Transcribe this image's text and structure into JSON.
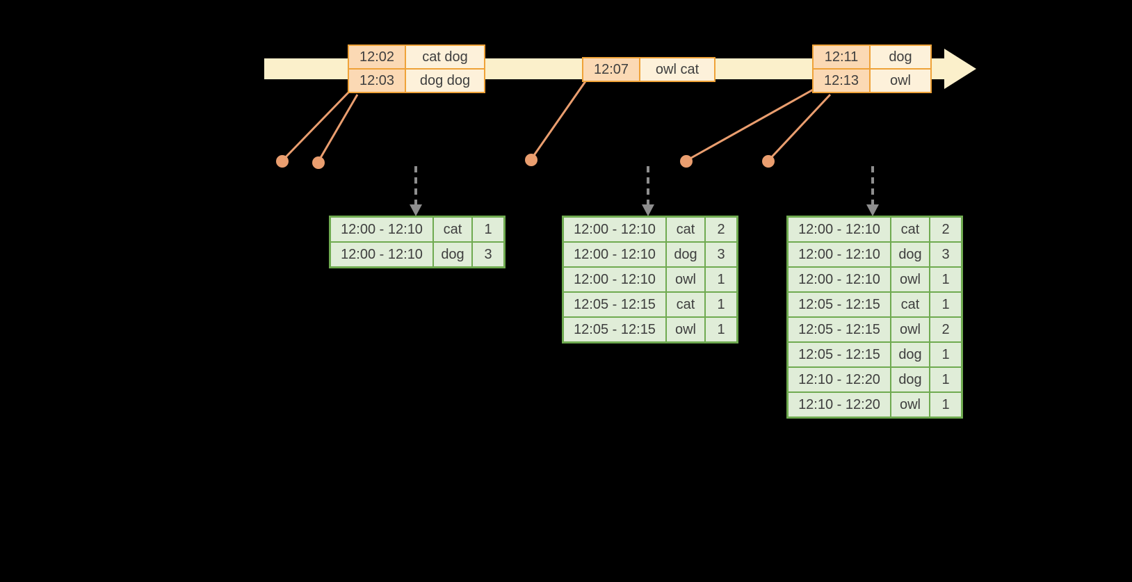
{
  "colors": {
    "background": "#000000",
    "timeline_fill": "#FBF0CB",
    "event_table_border": "#EFA238",
    "event_time_cell_bg": "#FBD9B4",
    "event_words_cell_bg": "#FDF1DA",
    "event_dot_and_line": "#EA9E6F",
    "trigger_arrow_gray": "#8E8E8E",
    "result_table_border": "#6FAA50",
    "result_cell_bg": "#E0EDD8",
    "cell_text": "#3E3E3E"
  },
  "event_tables": [
    {
      "rows": [
        {
          "time": "12:02",
          "words": "cat dog"
        },
        {
          "time": "12:03",
          "words": "dog dog"
        }
      ]
    },
    {
      "rows": [
        {
          "time": "12:07",
          "words": "owl cat"
        }
      ]
    },
    {
      "rows": [
        {
          "time": "12:11",
          "words": "dog"
        },
        {
          "time": "12:13",
          "words": "owl"
        }
      ]
    }
  ],
  "result_tables": [
    {
      "rows": [
        {
          "window": "12:00 - 12:10",
          "word": "cat",
          "count": "1"
        },
        {
          "window": "12:00 - 12:10",
          "word": "dog",
          "count": "3"
        }
      ]
    },
    {
      "rows": [
        {
          "window": "12:00 - 12:10",
          "word": "cat",
          "count": "2"
        },
        {
          "window": "12:00 - 12:10",
          "word": "dog",
          "count": "3"
        },
        {
          "window": "12:00 - 12:10",
          "word": "owl",
          "count": "1"
        },
        {
          "window": "12:05 - 12:15",
          "word": "cat",
          "count": "1"
        },
        {
          "window": "12:05 - 12:15",
          "word": "owl",
          "count": "1"
        }
      ]
    },
    {
      "rows": [
        {
          "window": "12:00 - 12:10",
          "word": "cat",
          "count": "2"
        },
        {
          "window": "12:00 - 12:10",
          "word": "dog",
          "count": "3"
        },
        {
          "window": "12:00 - 12:10",
          "word": "owl",
          "count": "1"
        },
        {
          "window": "12:05 - 12:15",
          "word": "cat",
          "count": "1"
        },
        {
          "window": "12:05 - 12:15",
          "word": "owl",
          "count": "2"
        },
        {
          "window": "12:05 - 12:15",
          "word": "dog",
          "count": "1"
        },
        {
          "window": "12:10 - 12:20",
          "word": "dog",
          "count": "1"
        },
        {
          "window": "12:10 - 12:20",
          "word": "owl",
          "count": "1"
        }
      ]
    }
  ]
}
